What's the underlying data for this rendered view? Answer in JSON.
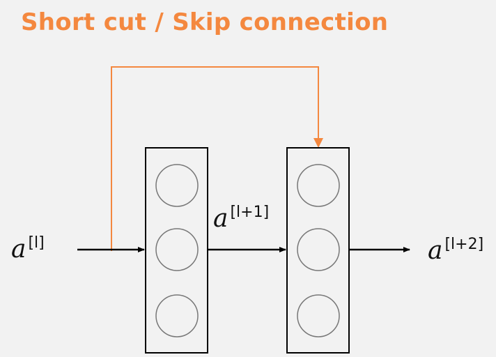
{
  "title": "Short cut / Skip connection",
  "labels": {
    "input": {
      "base": "a",
      "superscript": "[l]"
    },
    "hidden": {
      "base": "a",
      "superscript": "[l+1]"
    },
    "output": {
      "base": "a",
      "superscript": "[l+2]"
    }
  },
  "layers": [
    {
      "nodes": 3
    },
    {
      "nodes": 3
    }
  ],
  "colors": {
    "background": "#f2f2f2",
    "shortcut": "#f4883f",
    "stroke": "#000000",
    "node": "#777777"
  }
}
